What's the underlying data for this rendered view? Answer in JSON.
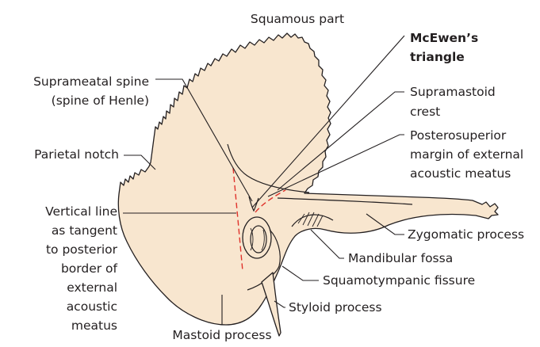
{
  "diagram": {
    "labels": {
      "squamous_part": "Squamous part",
      "mcewens_triangle": [
        "McEwen’s",
        "triangle"
      ],
      "suprameatal_spine": [
        "Suprameatal spine",
        "(spine of Henle)"
      ],
      "supramastoid_crest": [
        "Supramastoid",
        "crest"
      ],
      "parietal_notch": "Parietal notch",
      "posterosuperior_margin": [
        "Posterosuperior",
        "margin of external",
        "acoustic meatus"
      ],
      "vertical_line": [
        "Vertical line",
        "as tangent",
        "to posterior",
        "border of",
        "external",
        "acoustic",
        "meatus"
      ],
      "zygomatic_process": "Zygomatic process",
      "mandibular_fossa": "Mandibular fossa",
      "squamotympanic_fissure": "Squamotympanic fissure",
      "styloid_process": "Styloid process",
      "mastoid_process": "Mastoid process"
    },
    "colors": {
      "bone_fill": "#f8e6cf",
      "outline": "#231f20",
      "dashed_guide": "#e0322b"
    }
  }
}
